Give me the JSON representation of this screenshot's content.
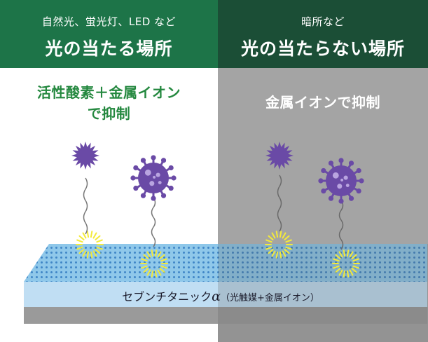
{
  "left_panel": {
    "header_sub": "自然光、蛍光灯、LED など",
    "header_main": "光の当たる場所",
    "mechanism_line1": "活性酸素＋金属イオン",
    "mechanism_line2": "で抑制"
  },
  "right_panel": {
    "header_sub": "暗所など",
    "header_main": "光の当たらない場所",
    "mechanism": "金属イオンで抑制"
  },
  "film": {
    "name": "セブンチタニック",
    "alpha": "α",
    "composition": "（光触媒+金属イオン）"
  },
  "colors": {
    "left_header": "#1d7448",
    "right_header": "#1b4e36",
    "left_mechanism_text": "#24883f",
    "right_background": "#a4a4a4",
    "virus": "#6a4aa6",
    "film_top": "#8fc8ea",
    "film_dots": "#3f86c6",
    "glow": "#f4ea3a"
  },
  "icons": [
    "spiky-virus-icon",
    "corona-virus-icon",
    "light-glow-icon"
  ]
}
